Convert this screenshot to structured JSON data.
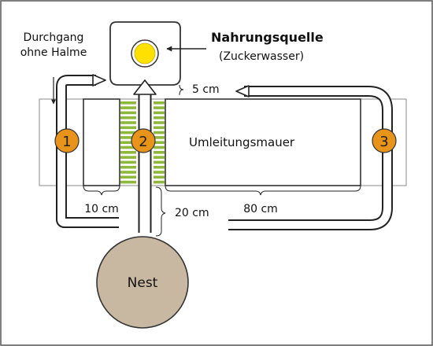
{
  "food_source": {
    "title": "Nahrungsquelle",
    "subtitle": "(Zuckerwasser)",
    "fill_color": "#FFE000"
  },
  "passage_label": [
    "Durchgang",
    "ohne Halme"
  ],
  "detour_wall_label": "Umleitungsmauer",
  "nest_label": "Nest",
  "dimensions": {
    "gap": "5 cm",
    "left_width": "10 cm",
    "center_length": "20 cm",
    "right_width": "80 cm"
  },
  "routes": [
    "1",
    "2",
    "3"
  ],
  "colors": {
    "route_marker": "#E8941A",
    "grass_stripes": "#8DB83C",
    "nest": "#C8B8A2",
    "wall_border": "#8A8A8A",
    "frame": "#555555"
  }
}
